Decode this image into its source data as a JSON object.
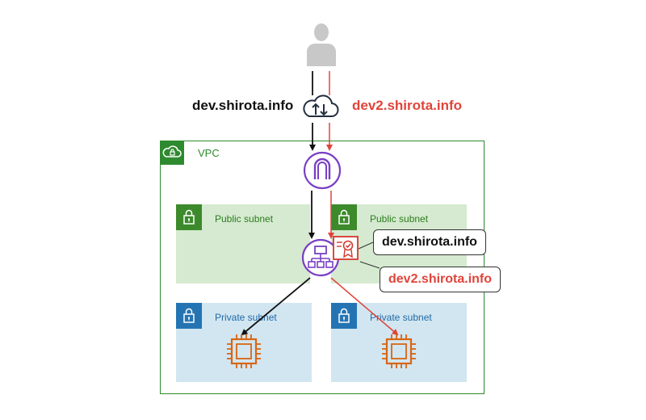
{
  "labels": {
    "domain_black": "dev.shirota.info",
    "domain_red": "dev2.shirota.info",
    "vpc": "VPC",
    "public_subnet_left": "Public subnet",
    "public_subnet_right": "Public subnet",
    "private_subnet_left": "Private subnet",
    "private_subnet_right": "Private subnet",
    "callout_black": "dev.shirota.info",
    "callout_red": "dev2.shirota.info"
  },
  "colors": {
    "black_flow": "#111111",
    "red_flow": "#e0443a",
    "vpc_green": "#2e8a2e",
    "public_fill": "#d5ead0",
    "private_fill": "#d2e6f1",
    "private_blue": "#2474b3",
    "alb_purple": "#7a3fc4",
    "ec2_orange": "#d86613",
    "user_gray": "#c8c8c8"
  },
  "icons": {
    "user": "user-icon",
    "internet": "internet-cloud-icon",
    "gateway": "internet-gateway-icon",
    "alb": "load-balancer-icon",
    "certificate": "certificate-icon",
    "instance": "ec2-instance-icon",
    "lock": "lock-icon",
    "vpc": "vpc-cloud-icon"
  }
}
